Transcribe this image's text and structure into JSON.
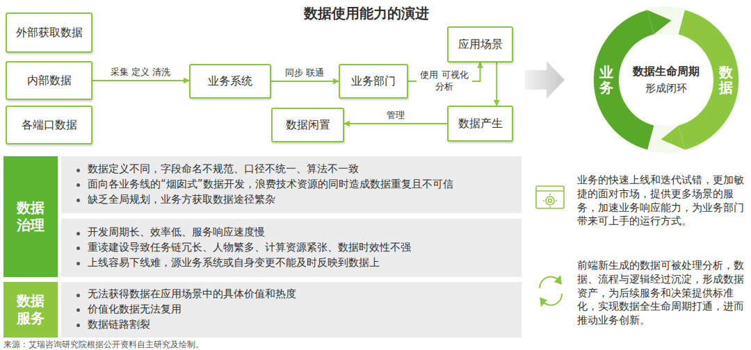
{
  "diagram": {
    "title": "数据使用能力的演进",
    "caption": "来源：艾瑞咨询研究院根据公开资料自主研究及绘制。",
    "nodes": [
      {
        "text": [
          "外部获取数据"
        ]
      },
      {
        "text": [
          "内部数据"
        ]
      },
      {
        "text": [
          "各端口数据"
        ]
      },
      {
        "text": [
          "业务系统"
        ]
      },
      {
        "text": [
          "业务部门"
        ]
      },
      {
        "text": [
          "应用场景"
        ]
      },
      {
        "text": [
          "数据产生"
        ]
      },
      {
        "text": [
          "数据闲置"
        ]
      },
      {
        "text": [
          "数据生命周期",
          "形成闭环"
        ]
      },
      {
        "text": [
          "数据治理"
        ]
      },
      {
        "text": [
          "数据定义不同，字段命名不规范、口径不统一、算法不一致",
          "面向各业务线的“烟囱式”数据开发，浪费技术资源的同时造成数据重复且不可信",
          "缺乏全局规划，业务方获取数据途径繁杂"
        ]
      },
      {
        "text": [
          "开发周期长、效率低、服务响应速度慢",
          "重读建设导致任务链冗长、人物繁多、计算资源紧张、数据时效性不强",
          "上线容易下线难，源业务系统或自身变更不能及时反映到数据上"
        ]
      },
      {
        "text": [
          "数据服务"
        ]
      },
      {
        "text": [
          "无法获得数据在应用场景中的具体价值和热度",
          "价值化数据无法复用",
          "数据链路割裂"
        ]
      }
    ],
    "edges": [
      {
        "from": 1,
        "to": 3,
        "label": "采集 定义 清洗",
        "arrow": "to"
      },
      {
        "from": 3,
        "to": 4,
        "label": "同步 联通",
        "arrow": "to"
      },
      {
        "from": 4,
        "to": 5,
        "label": "使用 可视化分析",
        "arrow": "to"
      },
      {
        "from": 5,
        "to": 6,
        "arrow": "to"
      },
      {
        "from": 6,
        "to": 7,
        "label": "管理",
        "arrow": "to"
      }
    ],
    "labels": [
      "业务",
      "数据",
      "业务的快速上线和迭代试错，更加敏捷的面对市场，提供更多场景的服务，加速业务响应能力，为业务部门带来可上手的运行方式。",
      "前端新生成的数据可被处理分析，数据、流程与逻辑经过沉淀，形成数据资产，为后续服务和决策提供标准化，实现数据全生命周期打通，进而推动业务创新。"
    ]
  }
}
